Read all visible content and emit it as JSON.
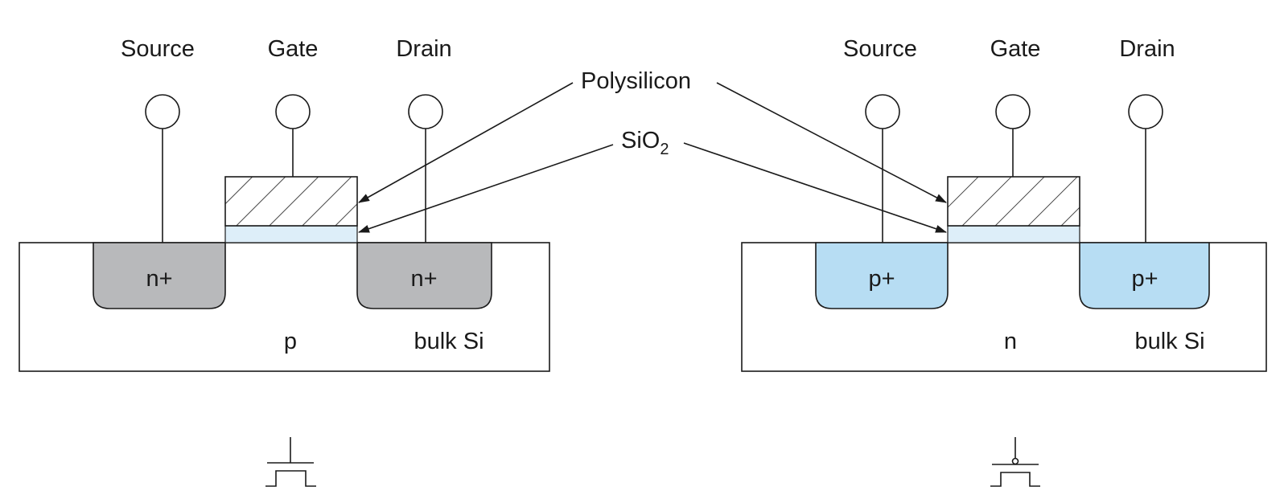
{
  "terminals": {
    "source": "Source",
    "gate": "Gate",
    "drain": "Drain"
  },
  "callouts": {
    "polysilicon": "Polysilicon",
    "oxide_base": "SiO",
    "oxide_subscript": "2"
  },
  "nmos": {
    "left_well": "n+",
    "right_well": "n+",
    "substrate": "p",
    "bulk": "bulk Si"
  },
  "pmos": {
    "left_well": "p+",
    "right_well": "p+",
    "substrate": "n",
    "bulk": "bulk Si"
  },
  "colors": {
    "n_plus_fill": "#b8b9bb",
    "p_plus_fill": "#b7ddf3",
    "oxide_fill": "#ddeef9",
    "line": "#1a1a1a"
  }
}
